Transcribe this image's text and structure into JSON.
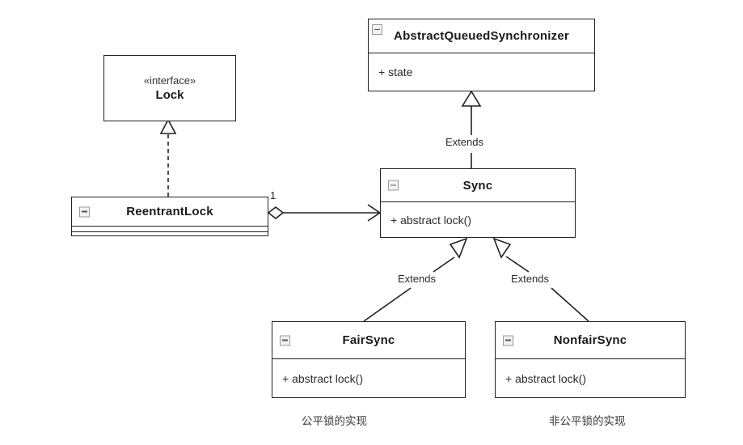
{
  "diagram": {
    "type": "uml-class-diagram",
    "background": "#ffffff",
    "line_color": "#222222"
  },
  "classes": {
    "lock": {
      "stereotype": "«interface»",
      "name": "Lock"
    },
    "aqs": {
      "name": "AbstractQueuedSynchronizer",
      "icon": "minus-square-icon",
      "members": [
        "+ state"
      ]
    },
    "reentrant_lock": {
      "name": "ReentrantLock",
      "icon": "minus-square-icon",
      "members": []
    },
    "sync": {
      "name": "Sync",
      "icon": "minus-square-icon",
      "members": [
        "+ abstract lock()"
      ]
    },
    "fair_sync": {
      "name": "FairSync",
      "icon": "minus-square-icon",
      "members": [
        "+ abstract lock()"
      ]
    },
    "nonfair_sync": {
      "name": "NonfairSync",
      "icon": "minus-square-icon",
      "members": [
        "+ abstract lock()"
      ]
    }
  },
  "relations": {
    "realize_lock": {
      "label": "",
      "style": "dashed-hollow-triangle",
      "from": "ReentrantLock",
      "to": "Lock"
    },
    "aggregation_sync": {
      "multiplicity": "1",
      "style": "hollow-diamond-open-arrow",
      "from": "ReentrantLock",
      "to": "Sync"
    },
    "sync_extends_aqs": {
      "label": "Extends",
      "style": "solid-hollow-triangle",
      "from": "Sync",
      "to": "AbstractQueuedSynchronizer"
    },
    "fair_extends_sync": {
      "label": "Extends",
      "style": "solid-hollow-triangle",
      "from": "FairSync",
      "to": "Sync"
    },
    "nonfair_extends_sync": {
      "label": "Extends",
      "style": "solid-hollow-triangle",
      "from": "NonfairSync",
      "to": "Sync"
    }
  },
  "captions": {
    "fair": "公平锁的实现",
    "nonfair": "非公平锁的实现"
  }
}
